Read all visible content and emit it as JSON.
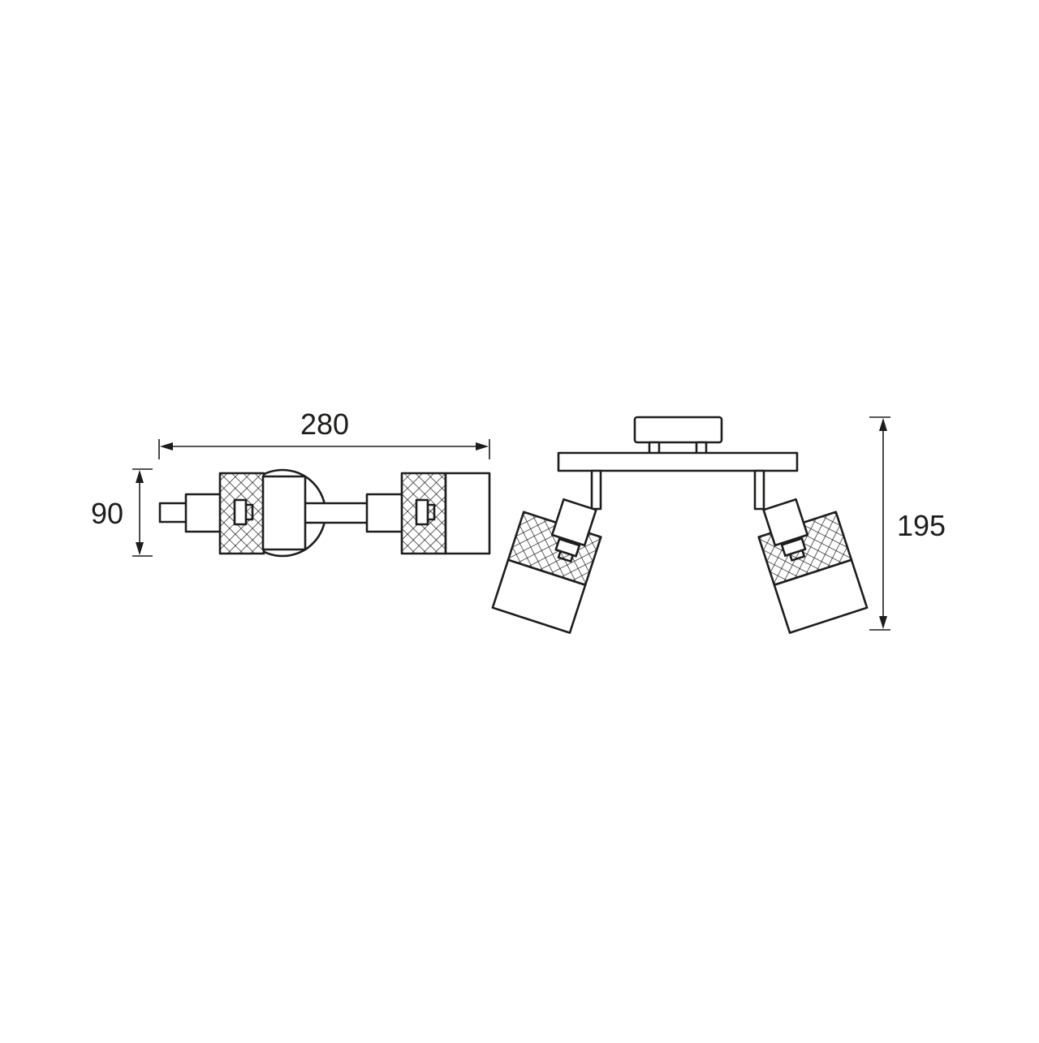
{
  "dimensions": {
    "width_label": "280",
    "depth_label": "90",
    "height_label": "195"
  },
  "colors": {
    "line": "#1d1d1b",
    "background": "#ffffff"
  }
}
